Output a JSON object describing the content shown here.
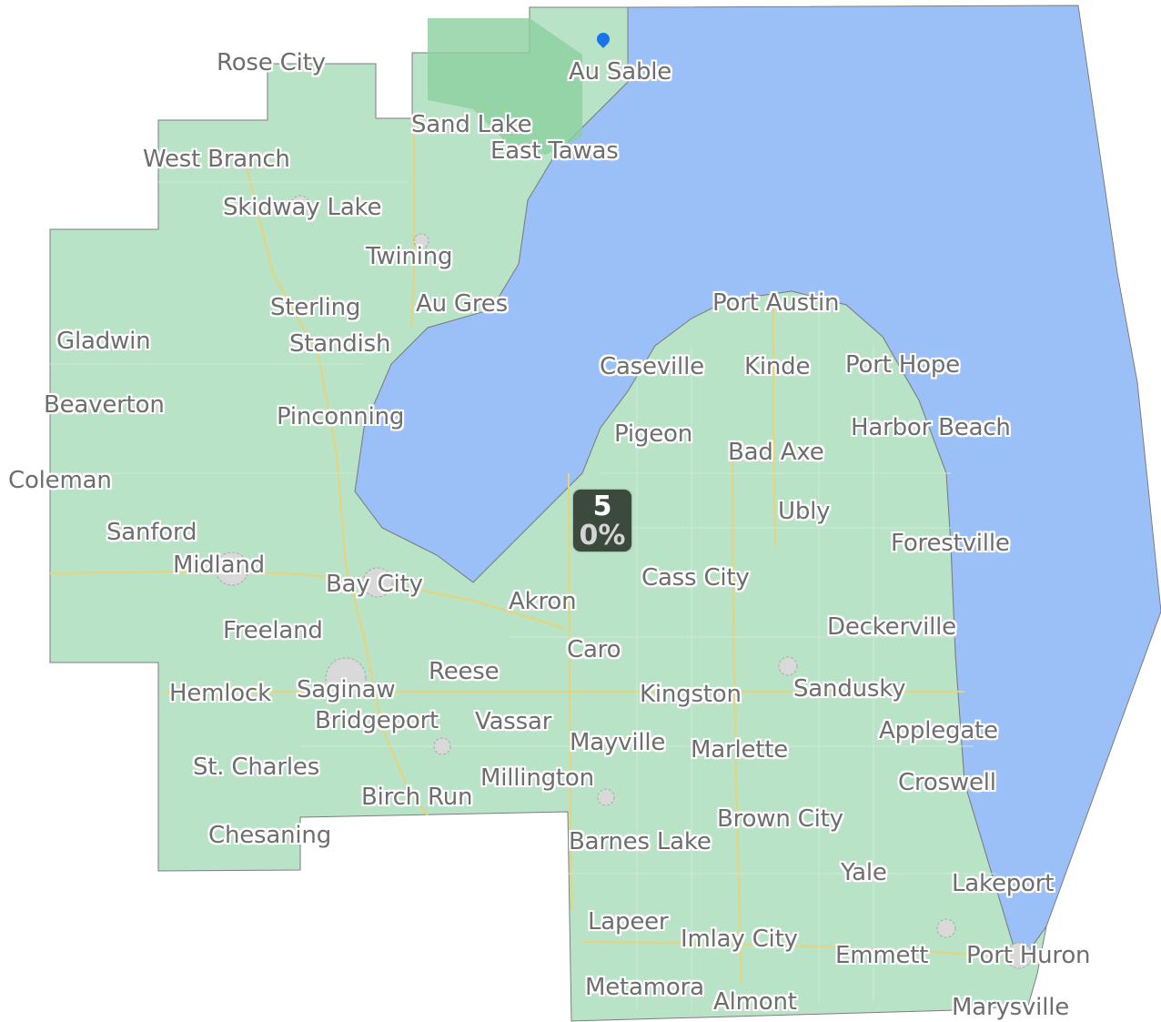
{
  "map": {
    "colors": {
      "land": "#b9e3c6",
      "land_dark": "#9fd3ad",
      "forest": "#8ccf9f",
      "water": "#9bbff7",
      "road": "#e8d27a",
      "border": "#7d7d7d",
      "badge_bg": "#3b4a3d"
    },
    "cluster_badge": {
      "count": "5",
      "percent": "0%"
    },
    "marker_icon": "location-pin-icon",
    "places": [
      {
        "name": "Rose City"
      },
      {
        "name": "Au Sable"
      },
      {
        "name": "Sand Lake"
      },
      {
        "name": "East Tawas"
      },
      {
        "name": "West Branch"
      },
      {
        "name": "Skidway Lake"
      },
      {
        "name": "Twining"
      },
      {
        "name": "Sterling"
      },
      {
        "name": "Au Gres"
      },
      {
        "name": "Standish"
      },
      {
        "name": "Gladwin"
      },
      {
        "name": "Beaverton"
      },
      {
        "name": "Pinconning"
      },
      {
        "name": "Port Austin"
      },
      {
        "name": "Caseville"
      },
      {
        "name": "Kinde"
      },
      {
        "name": "Port Hope"
      },
      {
        "name": "Harbor Beach"
      },
      {
        "name": "Pigeon"
      },
      {
        "name": "Bad Axe"
      },
      {
        "name": "Coleman"
      },
      {
        "name": "Ubly"
      },
      {
        "name": "Sanford"
      },
      {
        "name": "Forestville"
      },
      {
        "name": "Midland"
      },
      {
        "name": "Bay City"
      },
      {
        "name": "Cass City"
      },
      {
        "name": "Akron"
      },
      {
        "name": "Freeland"
      },
      {
        "name": "Deckerville"
      },
      {
        "name": "Caro"
      },
      {
        "name": "Reese"
      },
      {
        "name": "Hemlock"
      },
      {
        "name": "Saginaw"
      },
      {
        "name": "Kingston"
      },
      {
        "name": "Sandusky"
      },
      {
        "name": "Bridgeport"
      },
      {
        "name": "Vassar"
      },
      {
        "name": "Applegate"
      },
      {
        "name": "Mayville"
      },
      {
        "name": "Marlette"
      },
      {
        "name": "St. Charles"
      },
      {
        "name": "Millington"
      },
      {
        "name": "Croswell"
      },
      {
        "name": "Birch Run"
      },
      {
        "name": "Brown City"
      },
      {
        "name": "Chesaning"
      },
      {
        "name": "Barnes Lake"
      },
      {
        "name": "Yale"
      },
      {
        "name": "Lakeport"
      },
      {
        "name": "Lapeer"
      },
      {
        "name": "Imlay City"
      },
      {
        "name": "Emmett"
      },
      {
        "name": "Port Huron"
      },
      {
        "name": "Metamora"
      },
      {
        "name": "Almont"
      },
      {
        "name": "Marysville"
      }
    ]
  }
}
